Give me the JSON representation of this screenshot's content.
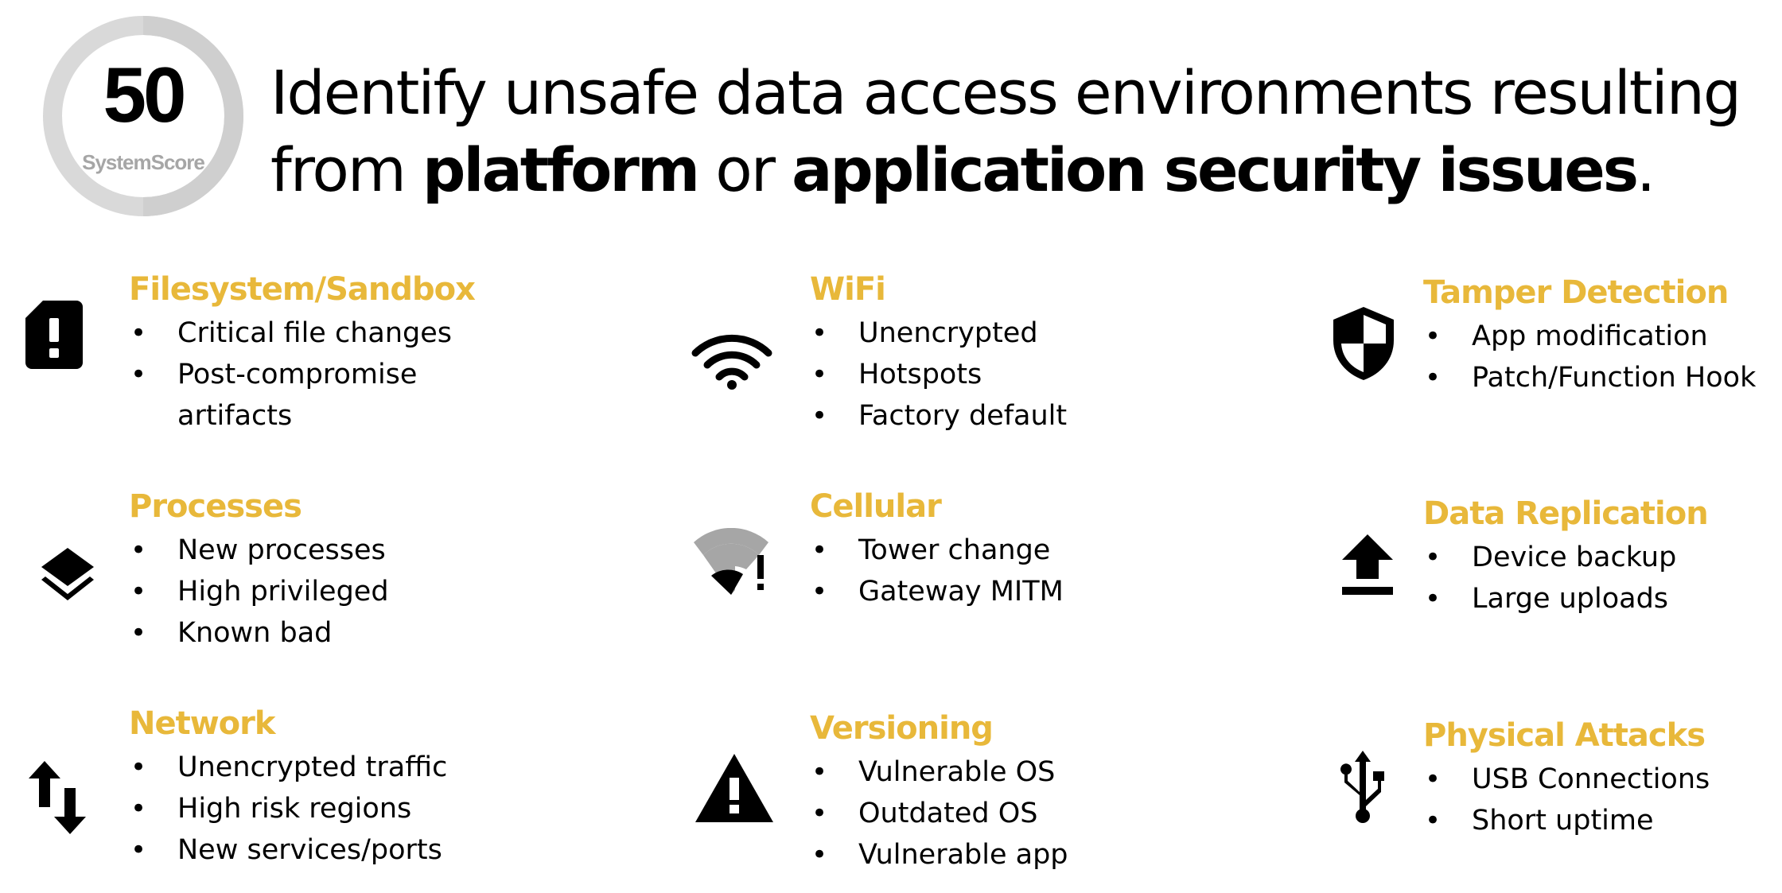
{
  "score": {
    "value": "50",
    "label": "SystemScore",
    "ring_color": "#d9d9d9",
    "ring_highlight": "#c4c4c4"
  },
  "headline": {
    "line1": "Identify unsafe data access environments resulting",
    "from": "from ",
    "platform": "platform",
    "or": " or ",
    "app_issues": "application security issues",
    "period": "."
  },
  "accent_color": "#e8b83a",
  "categories": [
    {
      "title": "Filesystem/Sandbox",
      "icon": "sd-card-alert-icon",
      "items": [
        "Critical file changes",
        "Post-compromise",
        "artifacts"
      ]
    },
    {
      "title": "WiFi",
      "icon": "wifi-icon",
      "items": [
        "Unencrypted",
        "Hotspots",
        "Factory default"
      ]
    },
    {
      "title": "Tamper Detection",
      "icon": "shield-icon",
      "items": [
        "App modification",
        "Patch/Function Hook"
      ]
    },
    {
      "title": "Processes",
      "icon": "layers-icon",
      "items": [
        "New processes",
        "High privileged",
        "Known bad"
      ]
    },
    {
      "title": "Cellular",
      "icon": "cellular-alert-icon",
      "items": [
        "Tower change",
        "Gateway MITM"
      ]
    },
    {
      "title": "Data Replication",
      "icon": "upload-icon",
      "items": [
        "Device backup",
        "Large uploads"
      ]
    },
    {
      "title": "Network",
      "icon": "swap-vert-icon",
      "items": [
        "Unencrypted traffic",
        "High risk regions",
        "New services/ports"
      ]
    },
    {
      "title": "Versioning",
      "icon": "warning-icon",
      "items": [
        "Vulnerable OS",
        "Outdated OS",
        "Vulnerable app"
      ]
    },
    {
      "title": "Physical Attacks",
      "icon": "usb-icon",
      "items": [
        "USB Connections",
        "Short uptime"
      ]
    }
  ]
}
